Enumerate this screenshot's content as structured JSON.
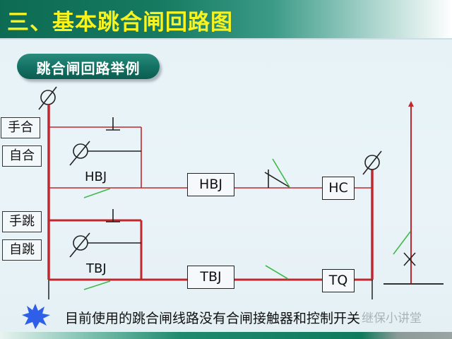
{
  "header": {
    "title": "三、基本跳合闸回路图"
  },
  "subtitle": {
    "label": "跳合闸回路举例"
  },
  "diagram": {
    "left_labels": [
      {
        "id": "manual-close",
        "text": "手合"
      },
      {
        "id": "auto-close",
        "text": "自合"
      },
      {
        "id": "manual-trip",
        "text": "手跳"
      },
      {
        "id": "auto-trip",
        "text": "自跳"
      }
    ],
    "coil_labels": {
      "close_holding": "HBJ",
      "trip_holding": "TBJ"
    },
    "relay_boxes": {
      "hbj": "HBJ",
      "hc": "HC",
      "tbj": "TBJ",
      "tq": "TQ"
    },
    "colors": {
      "wire_red": "#c0282e",
      "wire_black": "#222222",
      "contact_green": "#3fb94a"
    }
  },
  "footer": {
    "note": "目前使用的跳合闸线路没有合闸接触器和控制开关",
    "watermark": "继保小讲堂",
    "bullet_color": "#2f5fe8"
  }
}
